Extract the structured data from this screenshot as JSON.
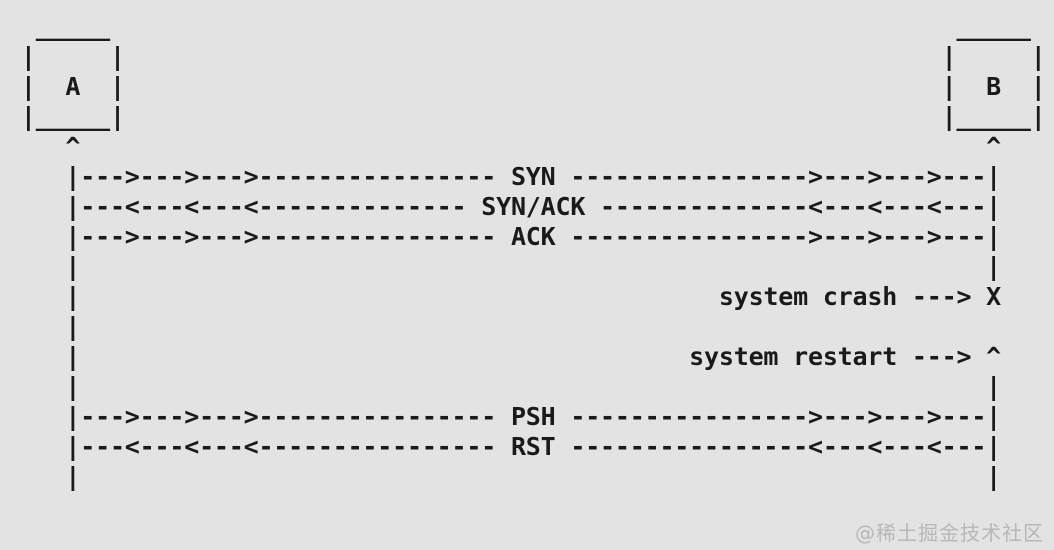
{
  "colors": {
    "background": "#e3e3e3",
    "ink": "#1a1a1a",
    "watermark": "#b7b7b7"
  },
  "diagram": {
    "nodes": [
      "A",
      "B"
    ],
    "messages": [
      "SYN",
      "SYN/ACK",
      "ACK",
      "PSH",
      "RST"
    ],
    "annotations": [
      "system crash ---> X",
      "system restart ---> ^"
    ],
    "rows": [
      [
        [
          2,
          "_____"
        ],
        [
          64,
          "_____"
        ]
      ],
      [
        [
          1,
          "|"
        ],
        [
          7,
          "|"
        ],
        [
          63,
          "|"
        ],
        [
          69,
          "|"
        ]
      ],
      [
        [
          1,
          "|"
        ],
        [
          4,
          "A"
        ],
        [
          7,
          "|"
        ],
        [
          63,
          "|"
        ],
        [
          66,
          "B"
        ],
        [
          69,
          "|"
        ]
      ],
      [
        [
          1,
          "|_____|"
        ],
        [
          63,
          "|_____|"
        ]
      ],
      [
        [
          4,
          "^"
        ],
        [
          66,
          "^"
        ]
      ],
      [
        [
          4,
          "|--->--->--->---------------- SYN ---------------->--->--->---|"
        ]
      ],
      [
        [
          4,
          "|---<---<---<-------------- SYN/ACK --------------<---<---<---|"
        ]
      ],
      [
        [
          4,
          "|--->--->--->---------------- ACK ---------------->--->--->---|"
        ]
      ],
      [
        [
          4,
          "|"
        ],
        [
          66,
          "|"
        ]
      ],
      [
        [
          4,
          "|"
        ],
        [
          48,
          "system crash ---> X"
        ]
      ],
      [
        [
          4,
          "|"
        ]
      ],
      [
        [
          4,
          "|"
        ],
        [
          46,
          "system restart ---> ^"
        ]
      ],
      [
        [
          4,
          "|"
        ],
        [
          66,
          "|"
        ]
      ],
      [
        [
          4,
          "|--->--->--->---------------- PSH ---------------->--->--->---|"
        ]
      ],
      [
        [
          4,
          "|---<---<---<---------------- RST ----------------<---<---<---|"
        ]
      ],
      [
        [
          4,
          "|"
        ],
        [
          66,
          "|"
        ]
      ]
    ]
  },
  "watermark": {
    "text": "@稀土掘金技术社区"
  }
}
